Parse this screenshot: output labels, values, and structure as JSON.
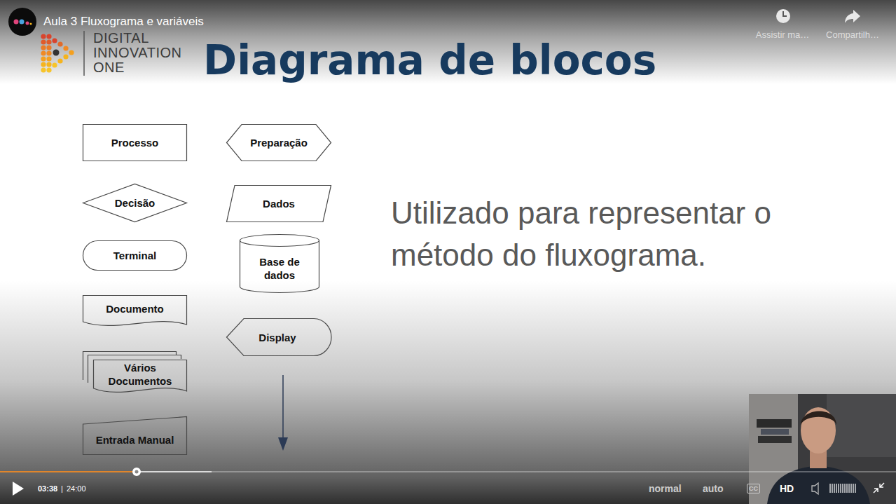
{
  "diagram": {
    "title": "Diagrama de blocos",
    "nodes": [
      {
        "text": [
          "Processo"
        ]
      },
      {
        "text": [
          "Preparação"
        ]
      },
      {
        "text": [
          "Decisão"
        ]
      },
      {
        "text": [
          "Dados"
        ]
      },
      {
        "text": [
          "Terminal"
        ]
      },
      {
        "text": [
          "Base de dados"
        ]
      },
      {
        "text": [
          "Documento"
        ]
      },
      {
        "text": [
          "Display"
        ]
      },
      {
        "text": [
          "Vários Documentos"
        ]
      },
      {
        "text": [
          "Entrada Manual"
        ]
      }
    ],
    "labels": [
      "Aula 3 Fluxograma e variáveis",
      "Assistir ma…",
      "Compartilh…",
      "DIGITAL INNOVATION ONE",
      "Utilizado para representar o método do fluxograma.",
      "03:38",
      "|",
      "24:00",
      "normal",
      "auto",
      "CC",
      "HD"
    ]
  }
}
